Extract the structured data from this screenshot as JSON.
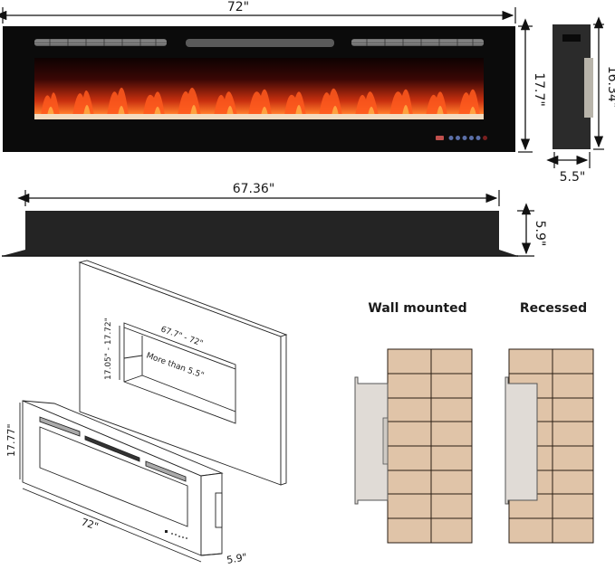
{
  "front_view": {
    "width_label": "72\"",
    "height_label": "17.7\"",
    "colors": {
      "frame": "#0b0b0b",
      "flame_dark": "#2a0503",
      "flame": "#e2401a",
      "flame_hot": "#ffb347",
      "embers": "#f2dcc0"
    },
    "control_panel": {
      "buttons": 6
    }
  },
  "side_view": {
    "height_label": "16.34\"",
    "depth_label": "5.5\"",
    "colors": {
      "body": "#2b2b2b"
    }
  },
  "top_view": {
    "width_label": "67.36\"",
    "depth_label": "5.9\"",
    "colors": {
      "body": "#2a2a2a"
    }
  },
  "install_diagram": {
    "opening_width_label": "67.7\" - 72\"",
    "opening_height_label": "17.05\" - 17.72\"",
    "opening_depth_label": "More than 5.5\"",
    "unit_width_label": "72\"",
    "unit_height_label": "17.77\"",
    "unit_depth_label": "5.9\""
  },
  "mounting_options": [
    {
      "label": "Wall mounted"
    },
    {
      "label": "Recessed"
    }
  ],
  "brick_colors": {
    "brick": "#e0c4a8",
    "mortar": "#2a1e14",
    "unit": "#e0dbd6",
    "unit_edge": "#555555"
  }
}
